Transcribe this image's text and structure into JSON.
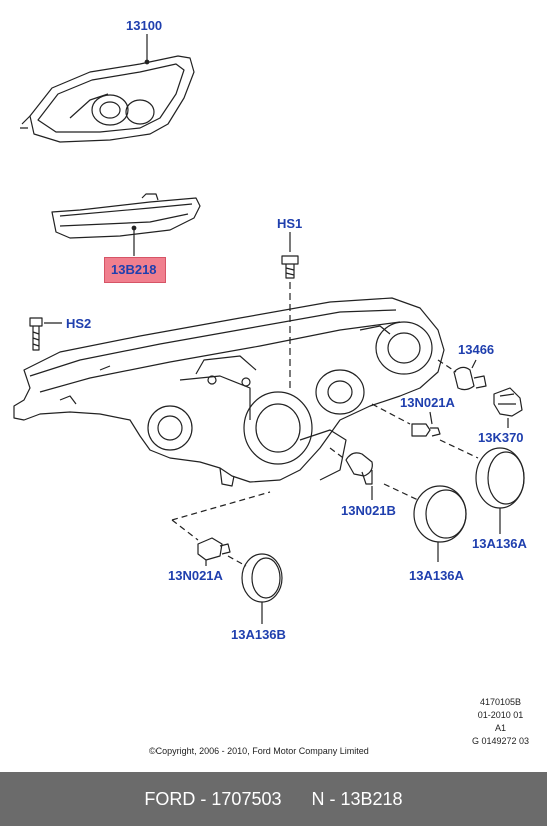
{
  "labels": {
    "l13100": "13100",
    "l13b218": "13B218",
    "hs1": "HS1",
    "hs2": "HS2",
    "l13466": "13466",
    "l13n021a_right": "13N021A",
    "l13k370": "13K370",
    "l13n021b": "13N021B",
    "l13a136a_right": "13A136A",
    "l13a136a_mid": "13A136A",
    "l13n021a_left": "13N021A",
    "l13a136b": "13A136B"
  },
  "meta": {
    "code1": "4170105B",
    "code2": "01-2010 01",
    "code3": "A1",
    "code4": "G 0149272 03"
  },
  "copyright": "©Copyright, 2006 - 2010, Ford Motor Company Limited",
  "footer": {
    "brand_part": "FORD - 1707503",
    "number": "N - 13B218"
  },
  "colors": {
    "label": "#1f3fae",
    "highlight": "#f07f8e",
    "footer_bg": "#6b6b6b"
  }
}
